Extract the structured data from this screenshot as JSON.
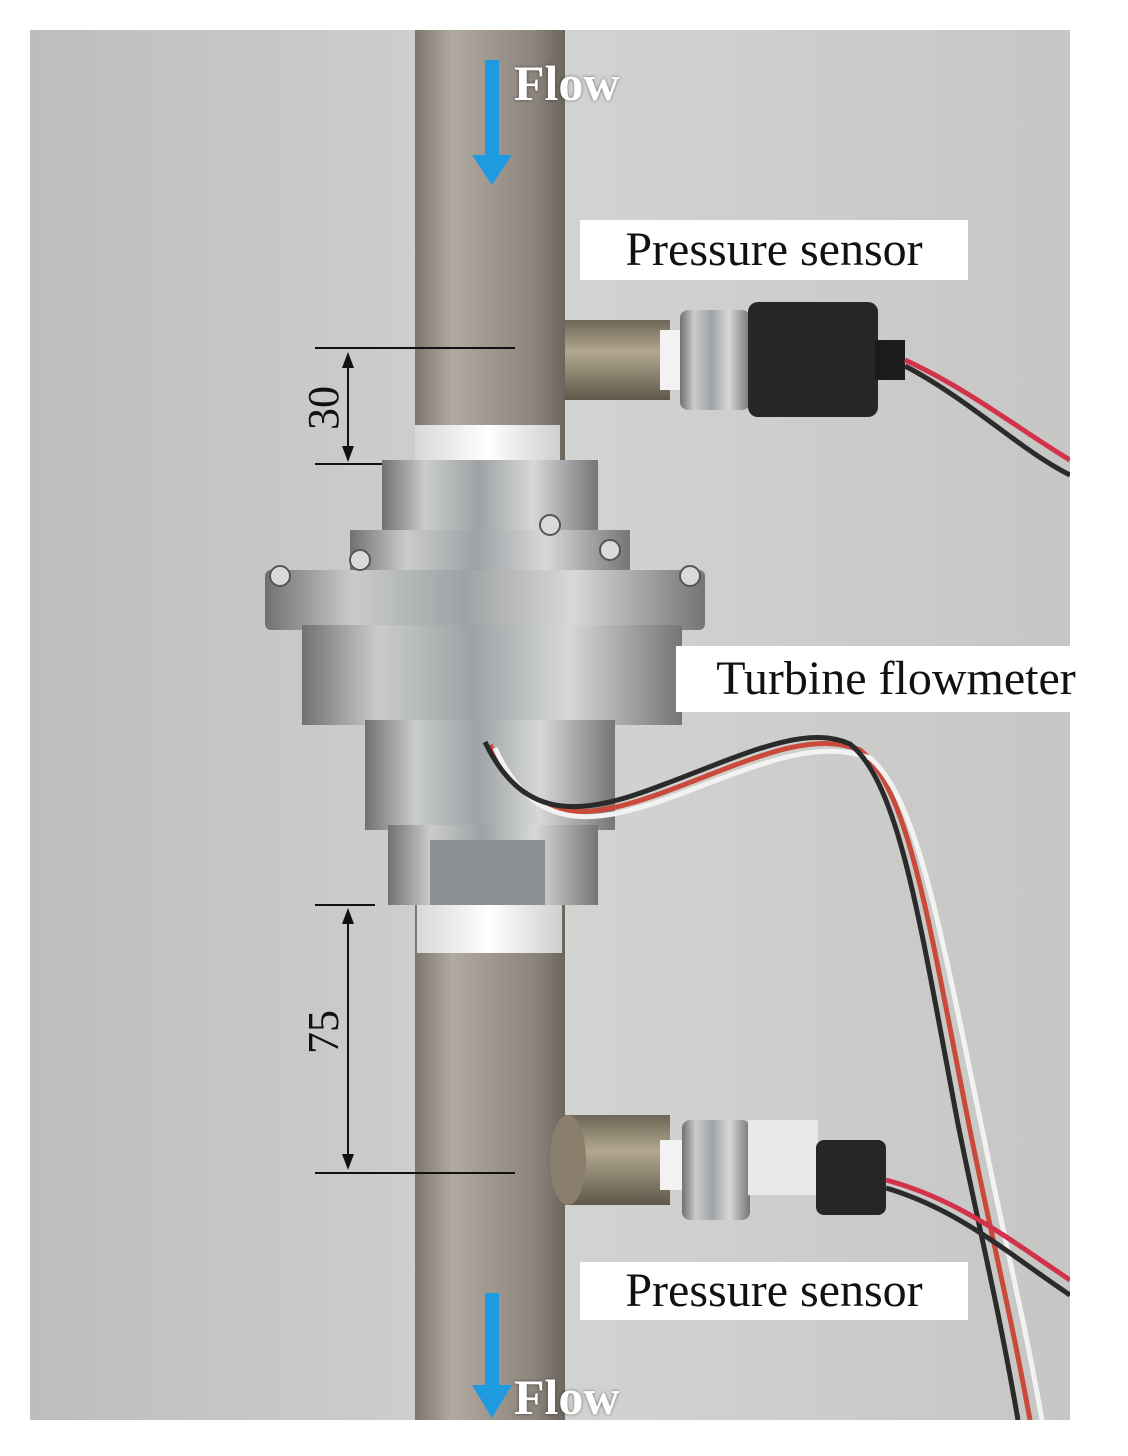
{
  "labels": {
    "flow_top": "Flow",
    "flow_bottom": "Flow",
    "pressure_sensor_top": "Pressure sensor",
    "pressure_sensor_bottom": "Pressure sensor",
    "turbine_flowmeter": "Turbine flowmeter"
  },
  "dimensions": {
    "upstream": "30",
    "downstream": "75"
  },
  "colors": {
    "flow_arrow": "#1e9be0",
    "background": "#c9cac8",
    "pipe": "#a49c92",
    "label_bg": "#ffffff"
  }
}
